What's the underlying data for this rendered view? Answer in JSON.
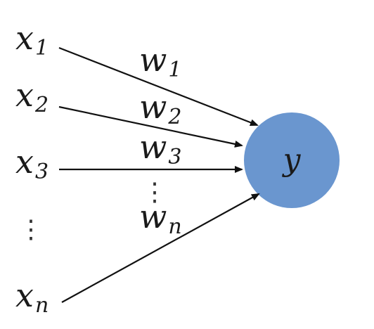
{
  "inputs": [
    {
      "base": "x",
      "sub": "1"
    },
    {
      "base": "x",
      "sub": "2"
    },
    {
      "base": "x",
      "sub": "3"
    },
    {
      "base": "x",
      "sub": "n"
    }
  ],
  "weights": [
    {
      "base": "w",
      "sub": "1"
    },
    {
      "base": "w",
      "sub": "2"
    },
    {
      "base": "w",
      "sub": "3"
    },
    {
      "base": "w",
      "sub": "n"
    }
  ],
  "ellipsis": "⋮",
  "output": {
    "label": "y",
    "color": "#6a96cf"
  },
  "edge_color": "#111111"
}
